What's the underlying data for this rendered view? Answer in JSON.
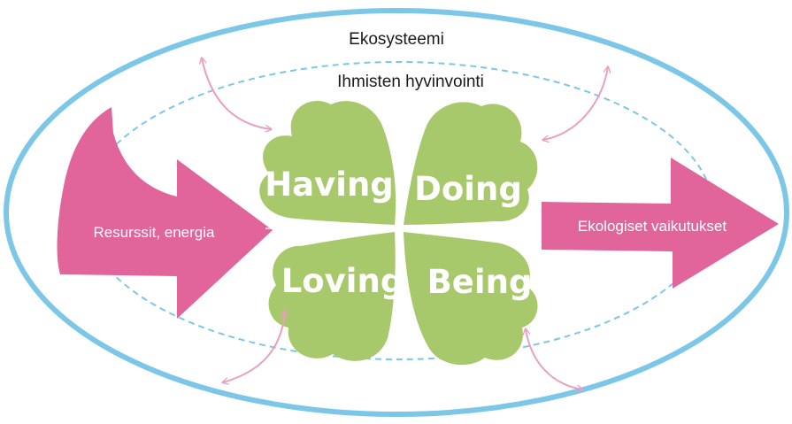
{
  "diagram": {
    "outer_label": "Ekosysteemi",
    "inner_label": "Ihmisten hyvinvointi",
    "input_arrow_label": "Resurssit, energia",
    "output_arrow_label": "Ekologiset vaikutukset",
    "leaves": {
      "having": "Having",
      "doing": "Doing",
      "loving": "Loving",
      "being": "Being"
    }
  },
  "colors": {
    "ecosystem_outline": "#7cc7e8",
    "wellbeing_outline": "#7cc7e8",
    "arrow_fill": "#e1649b",
    "interaction_arrows": "#ea9ec0",
    "clover_fill": "#a8c96b",
    "text_dark": "#1a1a1a",
    "text_light": "#ffffff"
  },
  "icons": {
    "input_arrow": "curved-arrow-right",
    "output_arrow": "arrow-right",
    "interaction_arrows": "double-headed-curved-arrow",
    "center": "four-leaf-clover"
  }
}
